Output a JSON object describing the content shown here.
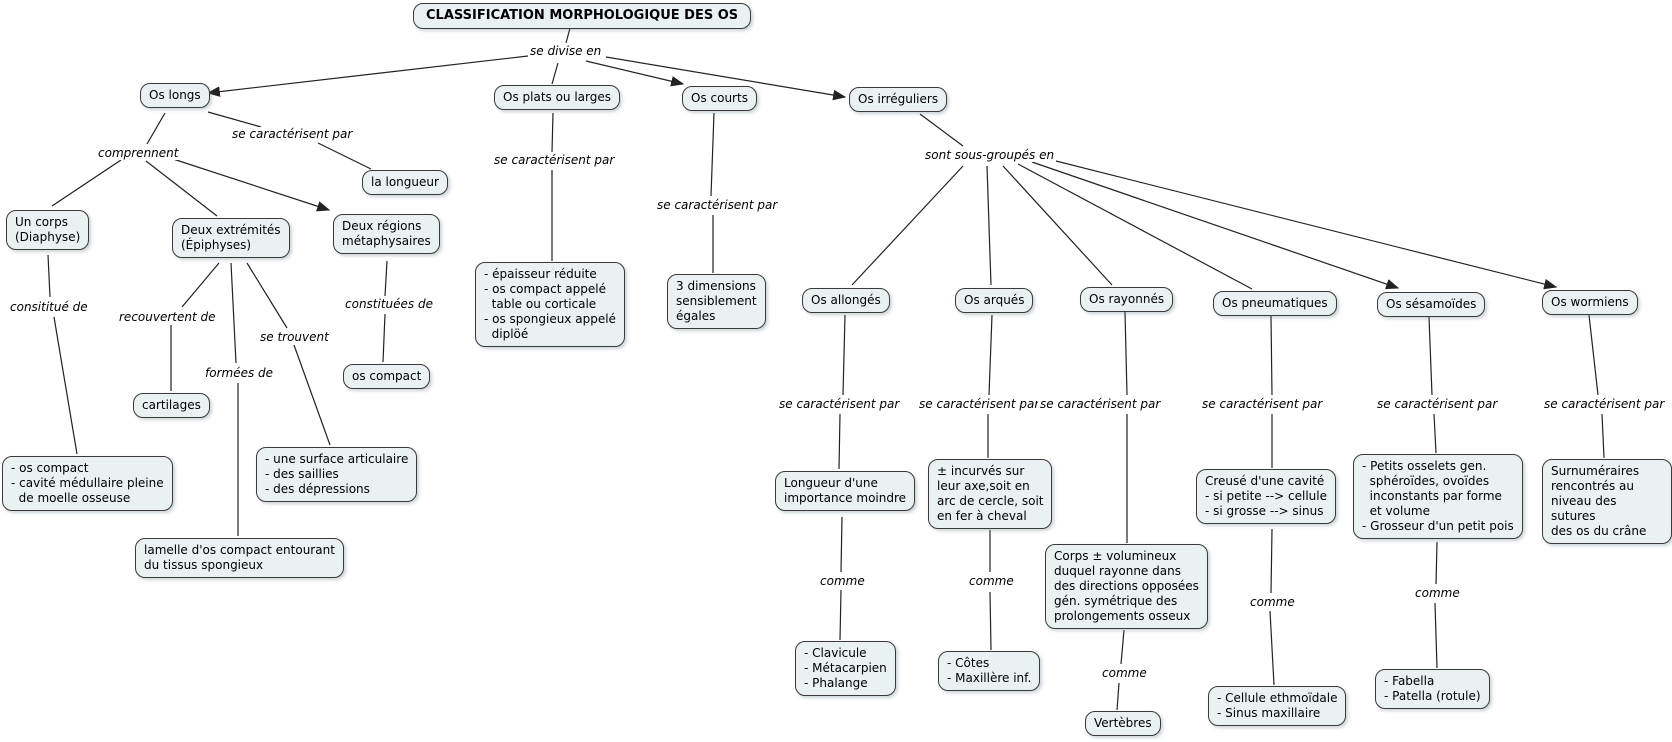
{
  "title": "CLASSIFICATION MORPHOLOGIQUE DES OS",
  "linking_phrases": {
    "se_divise_en": "se divise en",
    "comprennent": "comprennent",
    "se_caracterisent_par": "se caractérisent par",
    "sont_sous_groupes_en": "sont sous-groupés en",
    "consititue_de": "consititué de",
    "recouvertent_de": "recouvertent de",
    "se_trouvent": "se trouvent",
    "formees_de": "formées de",
    "constituees_de": "constituées de",
    "comme": "comme"
  },
  "nodes": {
    "os_longs": "Os longs",
    "os_plats": "Os plats ou larges",
    "os_courts": "Os courts",
    "os_irreguliers": "Os irréguliers",
    "la_longueur": "la longueur",
    "un_corps": "Un corps\n(Diaphyse)",
    "deux_extremites": "Deux extrémités\n(Épiphyses)",
    "deux_regions": "Deux régions\nmétaphysaires",
    "cartilages": "cartilages",
    "os_compact": "os compact",
    "corps_desc": "- os compact\n- cavité médullaire pleine\n  de moelle osseuse",
    "surface_desc": "- une surface articulaire\n- des saillies\n- des dépressions",
    "lamelle_desc": "lamelle d'os compact entourant\ndu tissus spongieux",
    "plats_desc": "- épaisseur réduite\n- os compact appelé\n  table ou corticale\n- os spongieux appelé\n  diplöé",
    "courts_desc": "3 dimensions\nsensiblement\négales",
    "os_allonges": "Os allongés",
    "os_arques": "Os arqués",
    "os_rayonnes": "Os rayonnés",
    "os_pneumatiques": "Os pneumatiques",
    "os_sesamoides": "Os sésamoïdes",
    "os_wormiens": "Os wormiens",
    "allonges_desc": "Longueur d'une\nimportance moindre",
    "arques_desc": "± incurvés sur\nleur axe,soit en\narc de cercle, soit\nen fer à cheval",
    "rayonnes_desc": "Corps ± volumineux\nduquel rayonne dans\ndes directions opposées\ngén. symétrique des\nprolongements osseux",
    "pneumatiques_desc": "Creusé d'une cavité\n- si petite --> cellule\n- si grosse --> sinus",
    "sesamoides_desc": "- Petits osselets gen.\n  sphéroïdes, ovoïdes\n  inconstants par forme\n  et volume\n- Grosseur d'un petit pois",
    "wormiens_desc": "Surnuméraires\nrencontrés au\nniveau des sutures\ndes os du crâne",
    "allonges_ex": "- Clavicule\n- Métacarpien\n- Phalange",
    "arques_ex": "- Côtes\n- Maxillère inf.",
    "rayonnes_ex": "Vertèbres",
    "pneumatiques_ex": "- Cellule ethmoïdale\n- Sinus maxillaire",
    "sesamoides_ex": "- Fabella\n- Patella (rotule)"
  },
  "colors": {
    "node_fill": "#e9f1f3",
    "node_border": "#3a3a3a",
    "line": "#222222",
    "background": "#ffffff"
  }
}
